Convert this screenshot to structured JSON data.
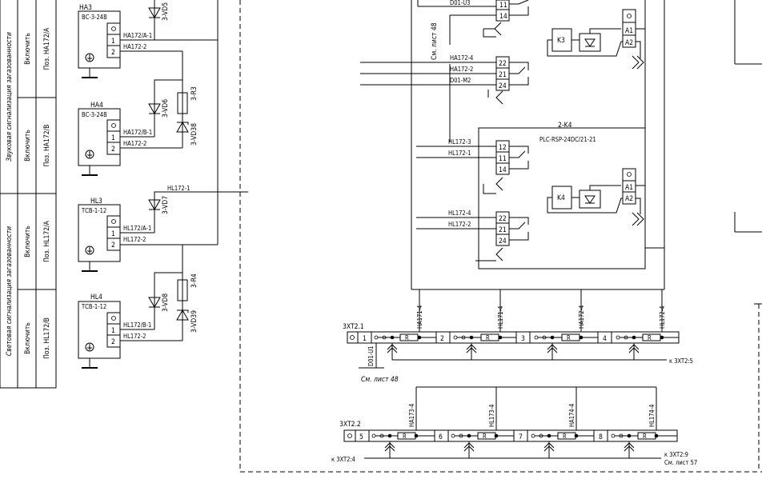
{
  "side_table": {
    "sound": {
      "group": "Звуковая сигнализация загазованности",
      "rows": [
        {
          "action": "Включить",
          "pos": "Поз. НА172/А"
        },
        {
          "action": "Включить",
          "pos": "Поз. НА172/В"
        }
      ]
    },
    "light": {
      "group": "Световая сигнализация загазованности",
      "rows": [
        {
          "action": "Включить",
          "pos": "Поз. HL172/А"
        },
        {
          "action": "Включить",
          "pos": "Поз. HL172/В"
        }
      ]
    }
  },
  "devices": [
    {
      "tag": "НА3",
      "type": "ВС-3-24В",
      "w1": "НА172/А-1",
      "w2": "НА172-2",
      "diode": "3-VD5"
    },
    {
      "tag": "НА4",
      "type": "ВС-3-24В",
      "w1": "НА172/В-1",
      "w2": "НА172-2",
      "diode": "3-VD6",
      "resistor": "3-R3",
      "zener": "3-VD38"
    },
    {
      "tag": "HL3",
      "type": "ТСВ-1-12",
      "w1": "HL172/А-1",
      "w2": "HL172-2",
      "diode": "3-VD7",
      "bus": "HL172-1"
    },
    {
      "tag": "HL4",
      "type": "ТСВ-1-12",
      "w1": "HL172/В-1",
      "w2": "HL172-2",
      "diode": "3-VD8",
      "resistor": "3-R4",
      "zener": "3-VD39"
    }
  ],
  "terminals": {
    "t1": "1",
    "t2": "2",
    "ground": "⏚",
    "coil_a1": "A1",
    "coil_a2": "A2"
  },
  "relays": {
    "k3": {
      "label": "K3",
      "top_wires": [
        "D01-U3"
      ],
      "top_pins": [
        "11",
        "14"
      ],
      "wires": [
        "НА172-4",
        "НА172-2",
        "D01-M2"
      ],
      "pins": [
        "22",
        "21",
        "24"
      ]
    },
    "k4": {
      "label": "K4",
      "name": "2-K4",
      "model": "PLC-RSP-24DC/21-21",
      "top_wires": [
        "HL172-3",
        "HL172-1"
      ],
      "top_pins": [
        "12",
        "11",
        "14"
      ],
      "wires": [
        "HL172-4",
        "HL172-2"
      ],
      "pins": [
        "22",
        "21",
        "24"
      ]
    },
    "see48": "См. лист 48"
  },
  "xt1": {
    "label": "3XT2.1",
    "terms": [
      "1",
      "2",
      "3",
      "4"
    ],
    "wires": [
      "НА171-4",
      "HL171-4",
      "НА172-4",
      "HL172-4"
    ],
    "d01": "D01-U1",
    "see": "См. лист 48",
    "to": "к 3XT2:5",
    "resistor": "R"
  },
  "xt2": {
    "label": "3XT2.2",
    "terms": [
      "5",
      "6",
      "7",
      "8"
    ],
    "wires": [
      "НА173-4",
      "HL173-4",
      "НА174-4",
      "HL174-4"
    ],
    "from": "к 3XT2:4",
    "to": "к 3XT2:9",
    "see": "См. лист 57",
    "resistor": "R"
  }
}
